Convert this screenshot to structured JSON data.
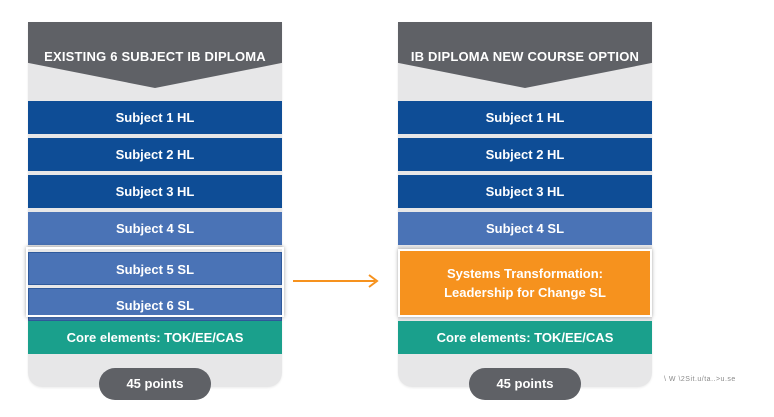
{
  "left_column": {
    "title": "EXISTING 6 SUBJECT IB DIPLOMA",
    "rows": [
      "Subject 1 HL",
      "Subject 2 HL",
      "Subject 3 HL",
      "Subject 4 SL",
      "Subject 5 SL",
      "Subject 6 SL"
    ],
    "core": "Core elements: TOK/EE/CAS",
    "points": "45 points"
  },
  "right_column": {
    "title": "IB DIPLOMA NEW COURSE OPTION",
    "rows": [
      "Subject 1 HL",
      "Subject 2 HL",
      "Subject 3 HL",
      "Subject 4 SL"
    ],
    "new_course_line1": "Systems Transformation:",
    "new_course_line2": "Leadership for Change SL",
    "core": "Core elements: TOK/EE/CAS",
    "points": "45 points"
  },
  "colors": {
    "header": "#5f6166",
    "hl": "#0e4d96",
    "sl": "#4a73b6",
    "core": "#1aa08c",
    "new_course": "#f6921e",
    "arrow": "#f6921e",
    "card": "#e7e7e8"
  },
  "icons": {
    "transition_arrow": "arrow-right-icon"
  },
  "watermark": "\\  W  \\2Sit.u/ta..>u.se"
}
